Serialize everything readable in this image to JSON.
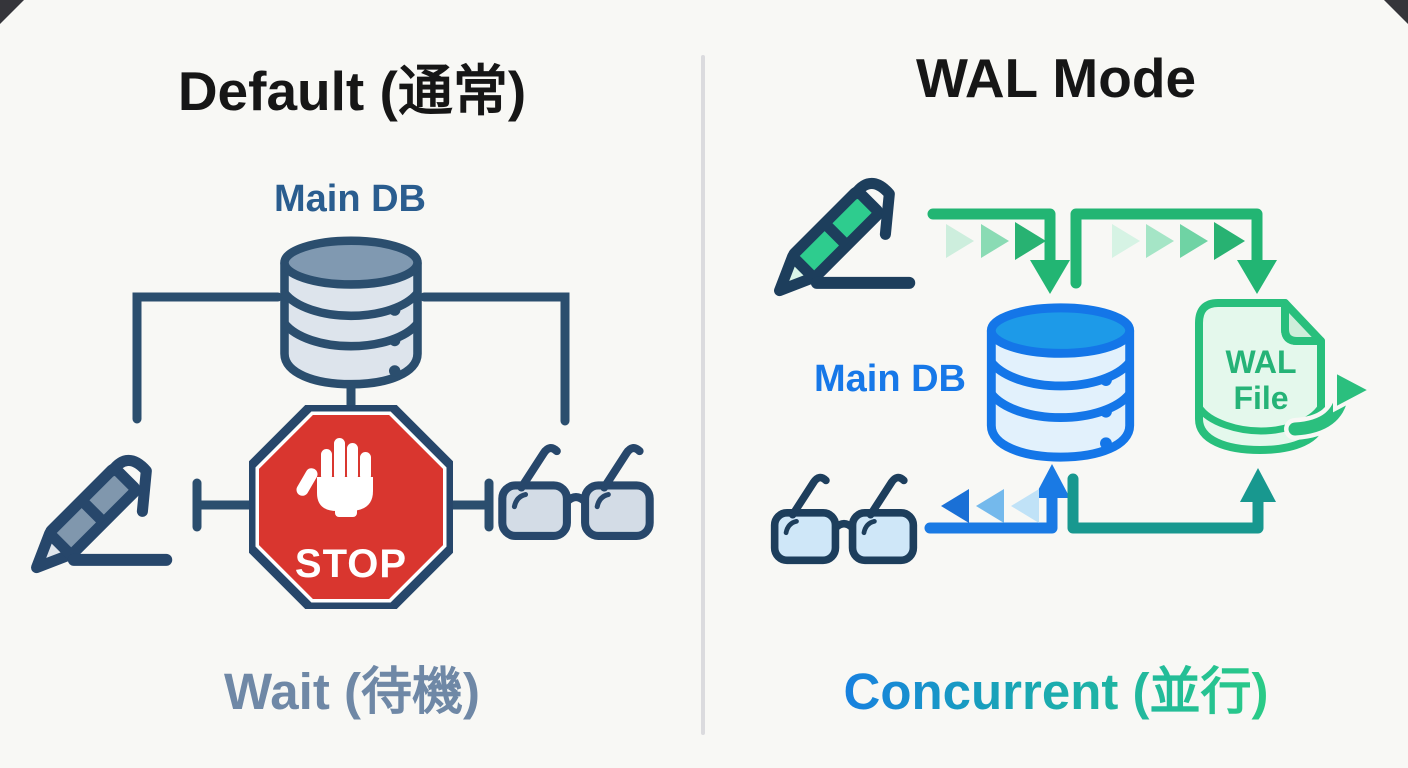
{
  "left_panel": {
    "title": "Default (通常)",
    "db_label": "Main DB",
    "stop_label": "STOP",
    "caption": "Wait (待機)"
  },
  "right_panel": {
    "title": "WAL Mode",
    "db_label": "Main DB",
    "wal_file_label_line1": "WAL",
    "wal_file_label_line2": "File",
    "caption": "Concurrent (並行)"
  },
  "colors": {
    "background": "#f8f8f5",
    "divider": "#dbdbde",
    "navy_outline": "#2b4e6e",
    "slate_db_top": "#8099b1",
    "slate_db_body": "#dde4ec",
    "stop_red": "#d9362f",
    "left_db_label_blue": "#2a5d8f",
    "wait_text": "#6f88a6",
    "blue": "#1a7ae4",
    "blue_db_top": "#1d9ae8",
    "blue_db_body": "#e2f1fc",
    "green": "#22b573",
    "green_pen_body": "#2ecc8e",
    "wal_file_fill": "#e4f8ec",
    "wal_file_outline": "#28bf7c",
    "wal_text_green": "#25b377",
    "teal": "#18988f",
    "concurrent_gradient_start": "#1779e8",
    "concurrent_gradient_end": "#2acb86"
  }
}
